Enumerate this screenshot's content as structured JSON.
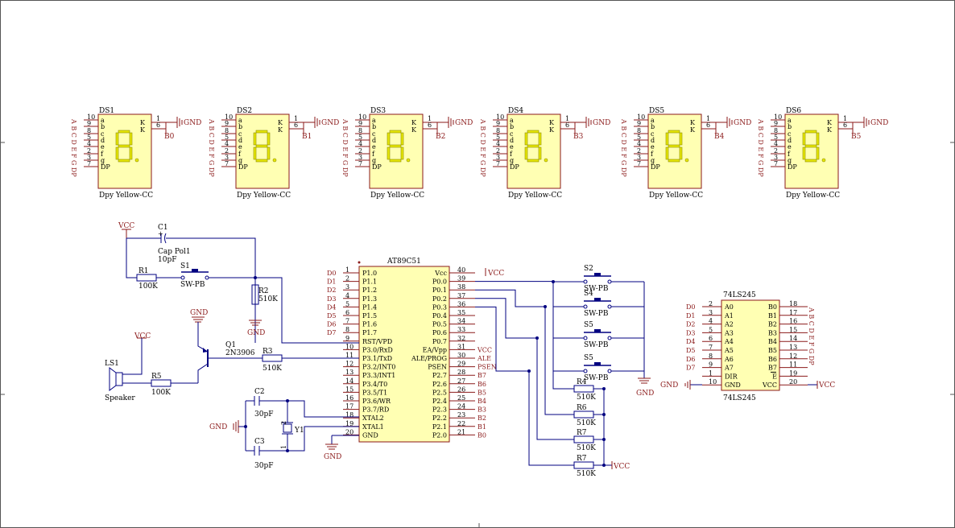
{
  "power": {
    "vcc": "VCC",
    "gnd": "GND"
  },
  "ds_part": "Dpy Yellow-CC",
  "ds_pin_numbers": [
    "10",
    "9",
    "8",
    "5",
    "4",
    "2",
    "3",
    "7"
  ],
  "ds_seg_names": [
    "a",
    "b",
    "c",
    "d",
    "e",
    "f",
    "g",
    "DP"
  ],
  "ds_left_signals": [
    "A",
    "B",
    "C",
    "D",
    "E",
    "F",
    "G",
    "DP"
  ],
  "ds_k_label": "K",
  "ds_k_pins": [
    "1",
    "6"
  ],
  "displays": [
    {
      "ref": "DS1",
      "net": "B0"
    },
    {
      "ref": "DS2",
      "net": "B1"
    },
    {
      "ref": "DS3",
      "net": "B2"
    },
    {
      "ref": "DS4",
      "net": "B3"
    },
    {
      "ref": "DS5",
      "net": "B4"
    },
    {
      "ref": "DS6",
      "net": "B5"
    }
  ],
  "mcu": {
    "ref": "AT89C51",
    "left_pins": [
      {
        "num": "1",
        "name": "P1.0",
        "net": "D0"
      },
      {
        "num": "2",
        "name": "P1.1",
        "net": "D1"
      },
      {
        "num": "3",
        "name": "P1.2",
        "net": "D2"
      },
      {
        "num": "4",
        "name": "P1.3",
        "net": "D3"
      },
      {
        "num": "5",
        "name": "P1.4",
        "net": "D4"
      },
      {
        "num": "6",
        "name": "P1.5",
        "net": "D5"
      },
      {
        "num": "7",
        "name": "P1.6",
        "net": "D6"
      },
      {
        "num": "8",
        "name": "P1.7",
        "net": "D7"
      },
      {
        "num": "9",
        "name": "RST/VPD",
        "net": ""
      },
      {
        "num": "10",
        "name": "P3.0/RxD",
        "net": ""
      },
      {
        "num": "11",
        "name": "P3.1/TxD",
        "net": ""
      },
      {
        "num": "12",
        "name": "P3.2/INT0",
        "net": ""
      },
      {
        "num": "13",
        "name": "P3.3/INT1",
        "net": ""
      },
      {
        "num": "14",
        "name": "P3.4/T0",
        "net": ""
      },
      {
        "num": "15",
        "name": "P3.5/T1",
        "net": ""
      },
      {
        "num": "16",
        "name": "P3.6/WR",
        "net": ""
      },
      {
        "num": "17",
        "name": "P3.7/RD",
        "net": ""
      },
      {
        "num": "18",
        "name": "XTAL2",
        "net": ""
      },
      {
        "num": "19",
        "name": "XTAL1",
        "net": ""
      },
      {
        "num": "20",
        "name": "GND",
        "net": ""
      }
    ],
    "right_pins": [
      {
        "num": "40",
        "name": "Vcc",
        "net": "VCC"
      },
      {
        "num": "39",
        "name": "P0.0",
        "net": ""
      },
      {
        "num": "38",
        "name": "P0.1",
        "net": ""
      },
      {
        "num": "37",
        "name": "P0.2",
        "net": ""
      },
      {
        "num": "36",
        "name": "P0.3",
        "net": ""
      },
      {
        "num": "35",
        "name": "P0.4",
        "net": ""
      },
      {
        "num": "34",
        "name": "P0.5",
        "net": ""
      },
      {
        "num": "33",
        "name": "P0.6",
        "net": ""
      },
      {
        "num": "32",
        "name": "P0.7",
        "net": ""
      },
      {
        "num": "31",
        "name": "EA/Vpp",
        "net": "VCC"
      },
      {
        "num": "30",
        "name": "ALE/PROG",
        "net": "ALE"
      },
      {
        "num": "29",
        "name": "PSEN",
        "net": "PSEN"
      },
      {
        "num": "28",
        "name": "P2.7",
        "net": "B7"
      },
      {
        "num": "27",
        "name": "P2.6",
        "net": "B6"
      },
      {
        "num": "26",
        "name": "P2.5",
        "net": "B5"
      },
      {
        "num": "25",
        "name": "P2.4",
        "net": "B4"
      },
      {
        "num": "24",
        "name": "P2.3",
        "net": "B3"
      },
      {
        "num": "23",
        "name": "P2.2",
        "net": "B2"
      },
      {
        "num": "22",
        "name": "P2.1",
        "net": "B1"
      },
      {
        "num": "21",
        "name": "P2.0",
        "net": "B0"
      }
    ]
  },
  "buffer": {
    "ref": "74LS245",
    "left_pins": [
      {
        "num": "2",
        "name": "A0",
        "net": "D0"
      },
      {
        "num": "3",
        "name": "A1",
        "net": "D1"
      },
      {
        "num": "4",
        "name": "A2",
        "net": "D2"
      },
      {
        "num": "5",
        "name": "A3",
        "net": "D3"
      },
      {
        "num": "6",
        "name": "A4",
        "net": "D4"
      },
      {
        "num": "7",
        "name": "A5",
        "net": "D5"
      },
      {
        "num": "8",
        "name": "A6",
        "net": "D6"
      },
      {
        "num": "9",
        "name": "A7",
        "net": "D7"
      },
      {
        "num": "1",
        "name": "DIR",
        "net": ""
      },
      {
        "num": "10",
        "name": "GND",
        "net": "GND"
      }
    ],
    "right_pins": [
      {
        "num": "18",
        "name": "B0",
        "net": "A"
      },
      {
        "num": "17",
        "name": "B1",
        "net": "B"
      },
      {
        "num": "16",
        "name": "B2",
        "net": "C"
      },
      {
        "num": "15",
        "name": "B3",
        "net": "D"
      },
      {
        "num": "14",
        "name": "B4",
        "net": "E"
      },
      {
        "num": "13",
        "name": "B5",
        "net": "F"
      },
      {
        "num": "12",
        "name": "B6",
        "net": "G"
      },
      {
        "num": "11",
        "name": "B7",
        "net": "DP"
      },
      {
        "num": "19",
        "name": "E",
        "net": ""
      },
      {
        "num": "20",
        "name": "VCC",
        "net": "VCC"
      }
    ]
  },
  "parts": {
    "c1_ref": "C1",
    "c1_val1": "Cap Pol1",
    "c1_val2": "10pF",
    "r1_ref": "R1",
    "r1_val": "100K",
    "s1_ref": "S1",
    "s1_val": "SW-PB",
    "r2_ref": "R2",
    "r2_val": "510K",
    "q1_ref": "Q1",
    "q1_val": "2N3906",
    "r3_ref": "R3",
    "r3_val": "510K",
    "ls1_ref": "LS1",
    "ls1_val": "Speaker",
    "r5_ref": "R5",
    "r5_val": "100K",
    "c2_ref": "C2",
    "c2_val": "30pF",
    "c3_ref": "C3",
    "c3_val": "30pF",
    "y1_ref": "Y1",
    "y1_pin2": "2",
    "y1_pin1": "1",
    "plus": "+"
  },
  "switches": [
    {
      "ref": "S2",
      "val": "SW-PB"
    },
    {
      "ref": "S4",
      "val": "SW-PB"
    },
    {
      "ref": "S5",
      "val": "SW-PB"
    },
    {
      "ref": "S5",
      "val": "SW-PB"
    }
  ],
  "pullups": [
    {
      "ref": "R4",
      "val": "510K"
    },
    {
      "ref": "R6",
      "val": "510K"
    },
    {
      "ref": "R7",
      "val": "510K"
    },
    {
      "ref": "R7",
      "val": "510K"
    }
  ]
}
